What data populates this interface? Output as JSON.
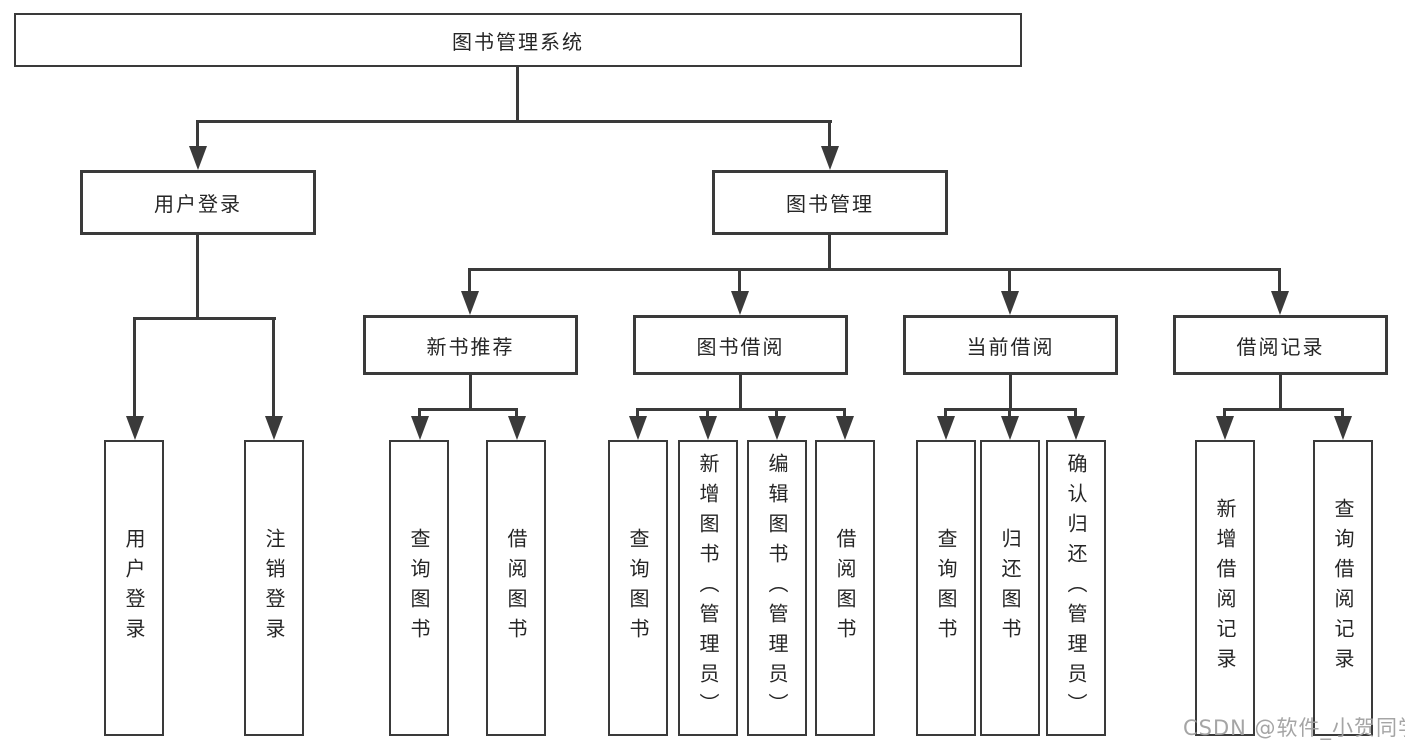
{
  "tree": {
    "root": {
      "label": "图书管理系统"
    },
    "branches": [
      {
        "label": "用户登录",
        "children": [
          {
            "label": "用户登录"
          },
          {
            "label": "注销登录"
          }
        ]
      },
      {
        "label": "图书管理",
        "children": [
          {
            "label": "新书推荐",
            "children": [
              {
                "label": "查询图书"
              },
              {
                "label": "借阅图书"
              }
            ]
          },
          {
            "label": "图书借阅",
            "children": [
              {
                "label": "查询图书"
              },
              {
                "label": "新增图书（管理员）"
              },
              {
                "label": "编辑图书（管理员）"
              },
              {
                "label": "借阅图书"
              }
            ]
          },
          {
            "label": "当前借阅",
            "children": [
              {
                "label": "查询图书"
              },
              {
                "label": "归还图书"
              },
              {
                "label": "确认归还（管理员）"
              }
            ]
          },
          {
            "label": "借阅记录",
            "children": [
              {
                "label": "新增借阅记录"
              },
              {
                "label": "查询借阅记录"
              }
            ]
          }
        ]
      }
    ]
  },
  "watermark": {
    "text": "CSDN @软件_小贺同学"
  },
  "colors": {
    "line": "#3a3a3a",
    "box_border": "#3a3a3a",
    "text": "#262626",
    "watermark": "#a0a0a0",
    "background": "#ffffff"
  }
}
